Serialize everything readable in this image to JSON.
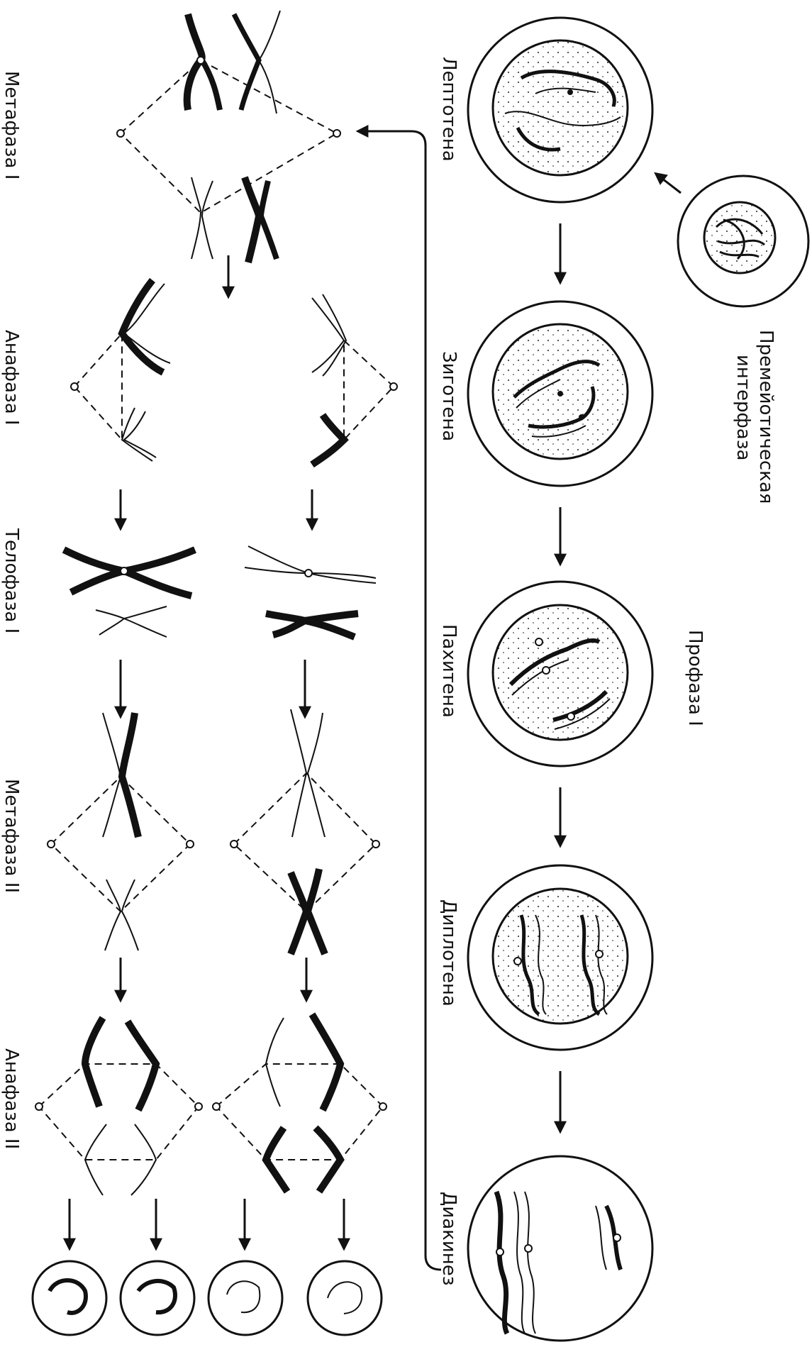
{
  "labels": {
    "premeiotic_line1": "Премейотическая",
    "premeiotic_line2": "интерфаза",
    "leptotene": "Лептотена",
    "zygotene": "Зиготена",
    "pachytene": "Пахитена",
    "diplotene": "Диплотена",
    "diakinesis": "Диакинез",
    "prophase_1": "Профаза I",
    "metaphase_1": "Метафаза I",
    "anaphase_1": "Анафаза I",
    "telophase_1": "Телофаза I",
    "metaphase_2": "Метафаза II",
    "anaphase_2": "Анафаза II"
  },
  "colors": {
    "ink": "#111111",
    "paper": "#ffffff",
    "stipple": "#444444"
  }
}
